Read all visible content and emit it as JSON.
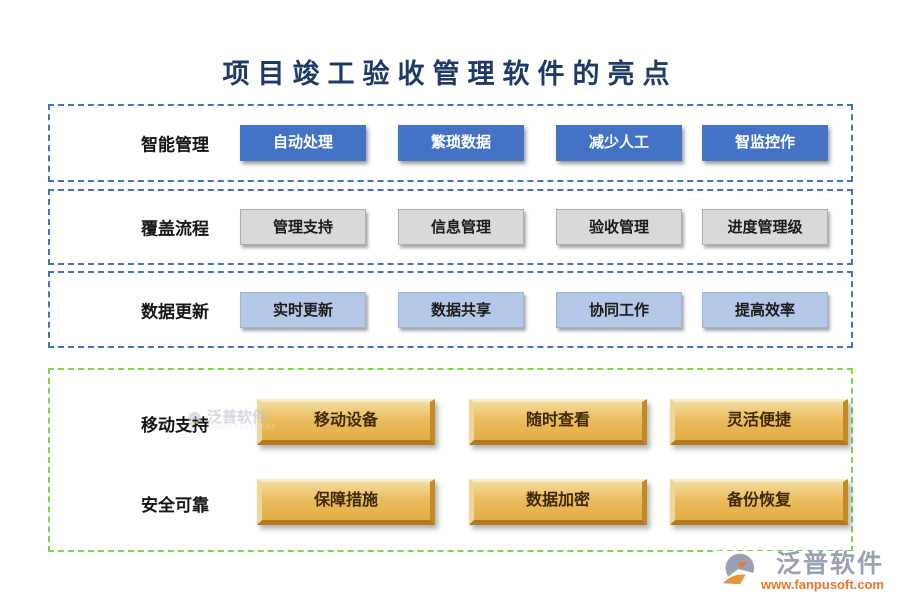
{
  "title": "项目竣工验收管理软件的亮点",
  "colors": {
    "title": "#1E3A68",
    "blue_dashed_border": "#4472C4",
    "green_dashed_border": "#7FD34E",
    "button_blue": "#4472C4",
    "button_gray": "#D9D9D9",
    "button_light_blue": "#B4C7E7",
    "button_gold": "#EABD5F",
    "footer_gray": "#98A2B4",
    "footer_orange": "#E8762B"
  },
  "sections": [
    {
      "label": "智能管理",
      "buttons": [
        "自动处理",
        "繁琐数据",
        "减少人工",
        "智监控作"
      ]
    },
    {
      "label": "覆盖流程",
      "buttons": [
        "管理支持",
        "信息管理",
        "验收管理",
        "进度管理级"
      ]
    },
    {
      "label": "数据更新",
      "buttons": [
        "实时更新",
        "数据共享",
        "协同工作",
        "提高效率"
      ]
    }
  ],
  "green": {
    "rows": [
      {
        "label": "移动支持",
        "buttons": [
          "移动设备",
          "随时查看",
          "灵活便捷"
        ]
      },
      {
        "label": "安全可靠",
        "buttons": [
          "保障措施",
          "数据加密",
          "备份恢复"
        ]
      }
    ]
  },
  "watermark": {
    "brand": "泛普软件",
    "sub": "FANPU SOFTWARE"
  },
  "footer": {
    "brand": "泛普软件",
    "url": "www.fanpusoft.com"
  }
}
